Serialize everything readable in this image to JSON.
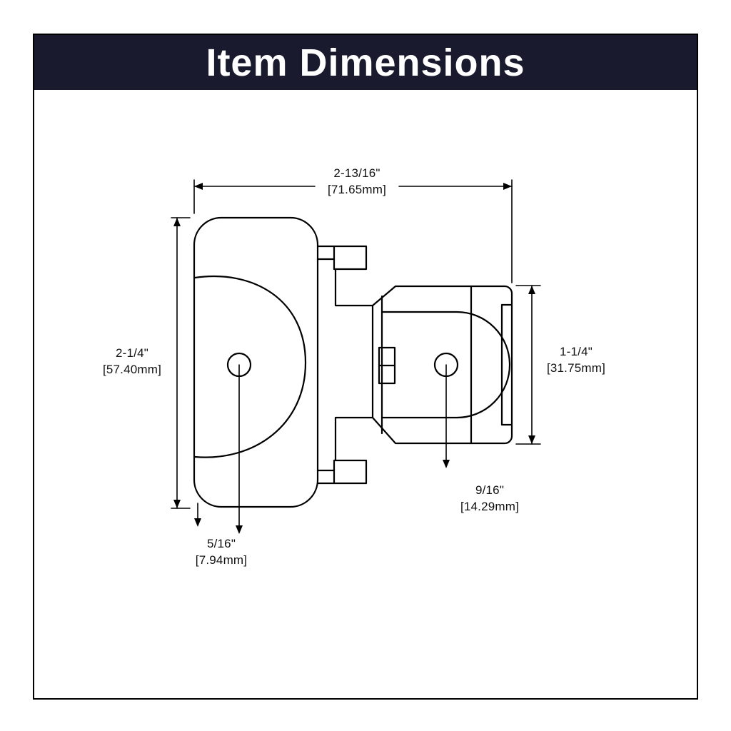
{
  "header": {
    "title": "Item Dimensions"
  },
  "colors": {
    "header_bg": "#191a2e",
    "title_text": "#ffffff",
    "line": "#000000"
  },
  "diagram": {
    "dimensions": {
      "overall_width": {
        "inches": "2-13/16\"",
        "mm": "[71.65mm]"
      },
      "plate_height": {
        "inches": "2-1/4\"",
        "mm": "[57.40mm]"
      },
      "cup_height": {
        "inches": "1-1/4\"",
        "mm": "[31.75mm]"
      },
      "cup_bottom_offset": {
        "inches": "9/16\"",
        "mm": "[14.29mm]"
      },
      "plate_bottom_offset": {
        "inches": "5/16\"",
        "mm": "[7.94mm]"
      }
    }
  }
}
